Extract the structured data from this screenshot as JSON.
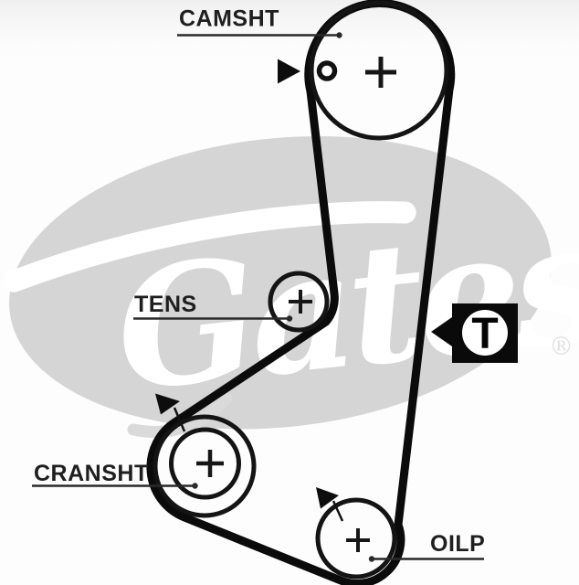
{
  "diagram_type": "timing-belt-routing",
  "labels": {
    "camshaft": "CAMSHT",
    "tensioner": "TENS",
    "crankshaft": "CRANSHT",
    "oil_pump": "OILP"
  },
  "pulley_marks": {
    "camshaft": "+",
    "tensioner": "+",
    "crankshaft": "+",
    "oil_pump": "+"
  },
  "timing_mark": {
    "letter": "T"
  },
  "watermark": {
    "brand": "Gates",
    "registered_symbol": "®"
  },
  "colors": {
    "belt": "#0b0b0b",
    "pulley_outline": "#141414",
    "label_text": "#1f1f1f",
    "leader_line": "#2a2a2a",
    "marker_bg": "#0a0a0a",
    "watermark_gray": "#d5d5d5"
  }
}
